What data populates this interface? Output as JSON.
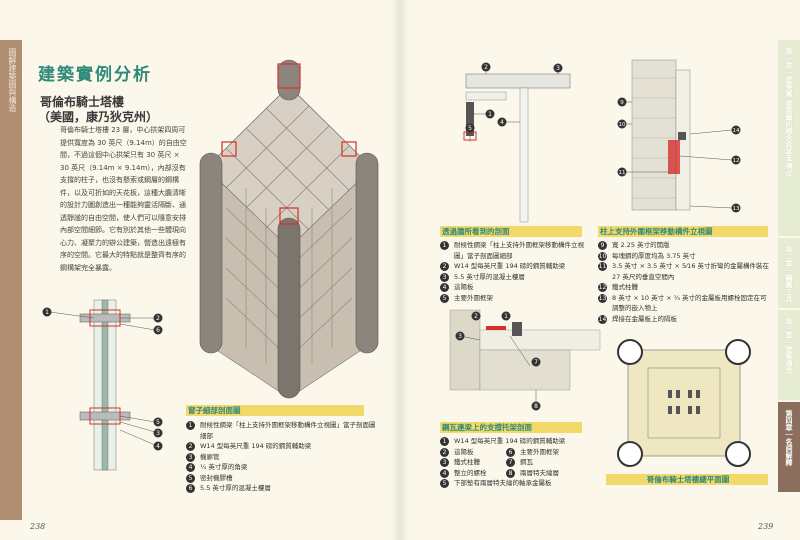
{
  "left_strip": {
    "title": "圖解建築圖與構造"
  },
  "title": "建築實例分析",
  "subtitle": {
    "line1": "哥倫布騎士塔樓",
    "line2": "（美國，康乃狄克州）"
  },
  "body_text": "哥倫布騎士塔樓 23 層，中心拱架四周可提供寬度為 30 英尺（9.14m）的自由空間，不過這個中心拱架只有 30 英尺 × 30 英尺（9.14m × 9.14m），內部沒有支撐的柱子，也沒有懸索或鋼層的鋼構件，以及可折如的天花板，這種大膽清晰的設計力圖創造出一種能夠靈活隔斷、通透靜謐的自由空間，使人們可以隨意安排內部空間細節。它有別於其他一些體現向心力、凝聚力的辦公建築，營造出遠極有序的空間。它最大的特點就是整齊有序的鋼構架完全暴露。",
  "sections": {
    "window_section": {
      "caption": "窗子細部剖面圖",
      "items": [
        {
          "num": "1",
          "text": "耐候性鋼梁「柱上支持外圍框架移動構件立視圖」當子剖面圖細部"
        },
        {
          "num": "2",
          "text": "W14 型每英尺重 194 磅的鋼質輔助梁"
        },
        {
          "num": "3",
          "text": "機廊管"
        },
        {
          "num": "4",
          "text": "¼ 英寸厚的角梁"
        },
        {
          "num": "5",
          "text": "密封機膠槽"
        },
        {
          "num": "6",
          "text": "5.5 英寸厚的混凝土樓層"
        }
      ]
    },
    "through_section": {
      "caption": "透過牆所看到的剖面",
      "items": [
        {
          "num": "1",
          "text": "耐候性鋼梁「柱上支持外圍框架移動構件立視圖」當子剖面圖細部"
        },
        {
          "num": "2",
          "text": "W14 型每英尺重 194 磅的鋼質輔助梁"
        },
        {
          "num": "3",
          "text": "5.5 英寸厚的混凝土樓層"
        },
        {
          "num": "4",
          "text": "這陽板"
        },
        {
          "num": "5",
          "text": "主要外圍框架"
        }
      ]
    },
    "bracket_section": {
      "caption": "鋼瓦連梁上的支撐托架剖面",
      "items": [
        {
          "num": "1",
          "text": "W14 型每英尺重 194 磅的鋼質輔助梁"
        },
        {
          "num": "2",
          "text": "這陽板"
        },
        {
          "num": "3",
          "text": "鐵式柱體"
        },
        {
          "num": "4",
          "text": "整立的螺栓"
        },
        {
          "num": "5",
          "text": "下部墊有兩層特夫綸的軸承金屬板"
        },
        {
          "num": "6",
          "text": "主要外圍框架"
        },
        {
          "num": "7",
          "text": "鋼瓦"
        },
        {
          "num": "8",
          "text": "兩層特夫綸層"
        }
      ]
    },
    "column_section": {
      "caption": "柱上支持外圍框架移動構件立視圖",
      "items": [
        {
          "num": "9",
          "text": "寬 2.25 英寸的開版"
        },
        {
          "num": "10",
          "text": "每塊鋼的厚度均為 3.75 英寸"
        },
        {
          "num": "11",
          "text": "3.5 英寸 × 3.5 英寸 × 5⁄16 英寸折彎的金屬構件裝在 27 英尺的垂直空間內"
        },
        {
          "num": "12",
          "text": "鐵式柱體"
        },
        {
          "num": "13",
          "text": "8 英寸 × 10 英寸 × ¼ 英寸的金屬板用螺栓固定在可調整的嵌入物上"
        },
        {
          "num": "14",
          "text": "焊接在金屬板上的隔板"
        }
      ]
    },
    "plan": {
      "caption": "哥倫布騎士塔樓總平面圖"
    }
  },
  "right_tabs": [
    {
      "text": "第一章｜建築圖‧建築圖的概念與基本構成"
    },
    {
      "text": "第二章｜繪圖工具"
    },
    {
      "text": "第三章｜建築構造"
    },
    {
      "text": "第四章｜名詞解釋"
    }
  ],
  "page_numbers": {
    "left": "238",
    "right": "239"
  },
  "colors": {
    "accent": "#2f8a79",
    "caption_bg": "#f2d96a",
    "highlight": "#d4302a",
    "tab_active": "#8b6f5c"
  }
}
